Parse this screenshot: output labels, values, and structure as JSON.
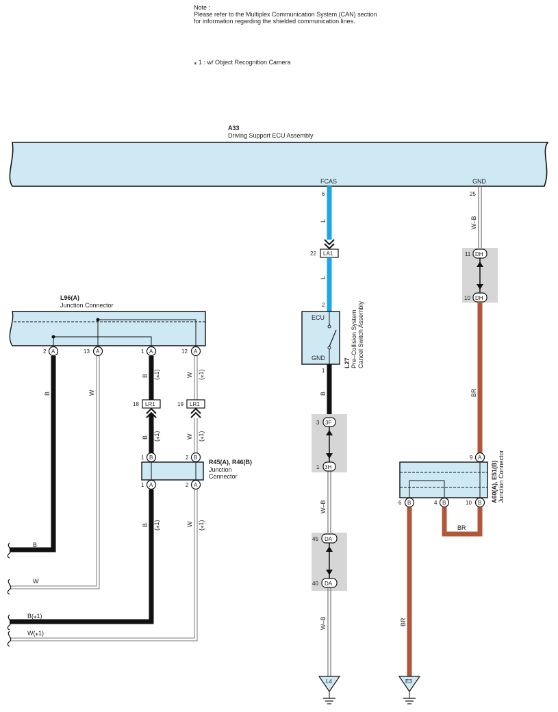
{
  "note": {
    "title": "Note :",
    "line1": "Please refer to the Multiplex Communication System (CAN) section",
    "line2": "for information regarding the shielded communication lines.",
    "footnote": "⁎ 1 : w/ Object Recognition Camera"
  },
  "ecu": {
    "code": "A33",
    "name": "Driving Support ECU Assembly",
    "terminals": [
      {
        "name": "FCAS",
        "pin": "6"
      },
      {
        "name": "GND",
        "pin": "25"
      }
    ]
  },
  "connector_l96": {
    "code": "L96(A)",
    "name": "Junction Connector",
    "pins": [
      {
        "num": "2",
        "letter": "A"
      },
      {
        "num": "13",
        "letter": "A"
      },
      {
        "num": "1",
        "letter": "A"
      },
      {
        "num": "12",
        "letter": "A"
      }
    ]
  },
  "switch_l27": {
    "code": "L27",
    "name_line1": "Pre–Collision System",
    "name_line2": "Cancel Switch Assembly",
    "term_top": "ECU",
    "term_bottom": "GND",
    "pin_top": "2",
    "pin_bottom": "1"
  },
  "connector_r45": {
    "code": "R45(A), R46(B)",
    "name_line1": "Junction",
    "name_line2": "Connector",
    "pins_top": [
      {
        "num": "1",
        "letter": "B"
      },
      {
        "num": "2",
        "letter": "B"
      }
    ],
    "pins_bottom": [
      {
        "num": "1",
        "letter": "A"
      },
      {
        "num": "2",
        "letter": "A"
      }
    ]
  },
  "connector_a60": {
    "code": "A60(A), E51(B)",
    "name": "Junction Connector",
    "pin_top": {
      "num": "9",
      "letter": "A"
    },
    "pins_bottom": [
      {
        "num": "6",
        "letter": "B"
      },
      {
        "num": "4",
        "letter": "B"
      },
      {
        "num": "10",
        "letter": "B"
      }
    ]
  },
  "inline_connectors": {
    "la1": {
      "pin": "22",
      "code": "LA1"
    },
    "lr1_left": {
      "pin": "18",
      "code": "LR1"
    },
    "lr1_right": {
      "pin": "19",
      "code": "LR1"
    },
    "dh_top": {
      "pin": "11",
      "code": "DH"
    },
    "dh_bottom": {
      "pin": "10",
      "code": "DH"
    },
    "f3_top": {
      "pin": "3",
      "code": "3F"
    },
    "h3_bottom": {
      "pin": "1",
      "code": "3H"
    },
    "da_top": {
      "pin": "45",
      "code": "DA"
    },
    "da_bottom": {
      "pin": "40",
      "code": "DA"
    }
  },
  "wires": {
    "l": "L",
    "wb": "W–B",
    "br": "BR",
    "b": "B",
    "w": "W",
    "star1": "(⁎1)",
    "b_star": "B(⁎1)",
    "w_star": "W(⁎1)"
  },
  "grounds": {
    "l4": "L4",
    "e3": "E3"
  },
  "colors": {
    "component_fill": "#cfe9f4",
    "wire_blue": "#1aa7e8",
    "wire_brown": "#b0573a",
    "wire_black": "#111111",
    "connector_shade": "#d6d6d6"
  }
}
